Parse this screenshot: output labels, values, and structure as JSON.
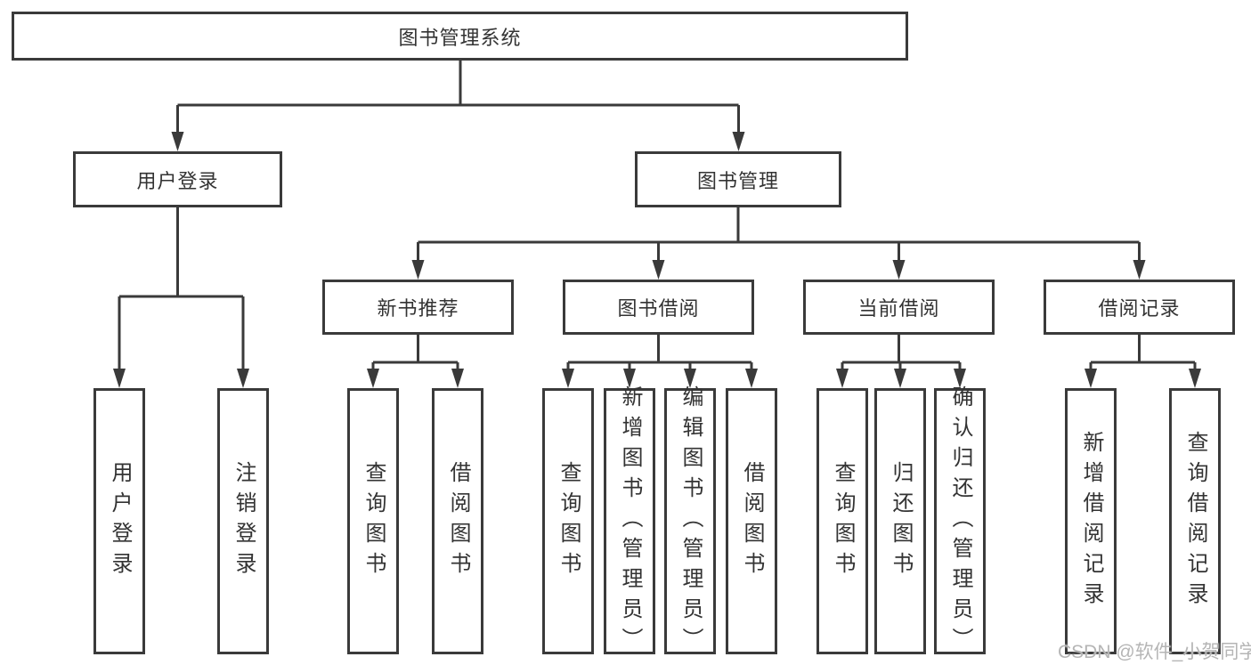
{
  "diagram": {
    "root": {
      "label": "图书管理系统"
    },
    "branches": {
      "user_login": {
        "label": "用户登录",
        "children": [
          "用户登录",
          "注销登录"
        ]
      },
      "book_management": {
        "label": "图书管理"
      }
    },
    "modules": [
      {
        "label": "新书推荐",
        "children": [
          "查询图书",
          "借阅图书"
        ]
      },
      {
        "label": "图书借阅",
        "children": [
          "查询图书",
          "新增图书（管理员）",
          "编辑图书（管理员）",
          "借阅图书"
        ]
      },
      {
        "label": "当前借阅",
        "children": [
          "查询图书",
          "归还图书",
          "确认归还（管理员）"
        ]
      },
      {
        "label": "借阅记录",
        "children": [
          "新增借阅记录",
          "查询借阅记录"
        ]
      }
    ]
  },
  "watermark": {
    "text": "CSDN @软件_小贺同学"
  },
  "colors": {
    "line": "#3a3a3a",
    "box_border": "#3a3a3a",
    "text": "#333333",
    "watermark": "#b5b5b5",
    "background": "#ffffff"
  }
}
